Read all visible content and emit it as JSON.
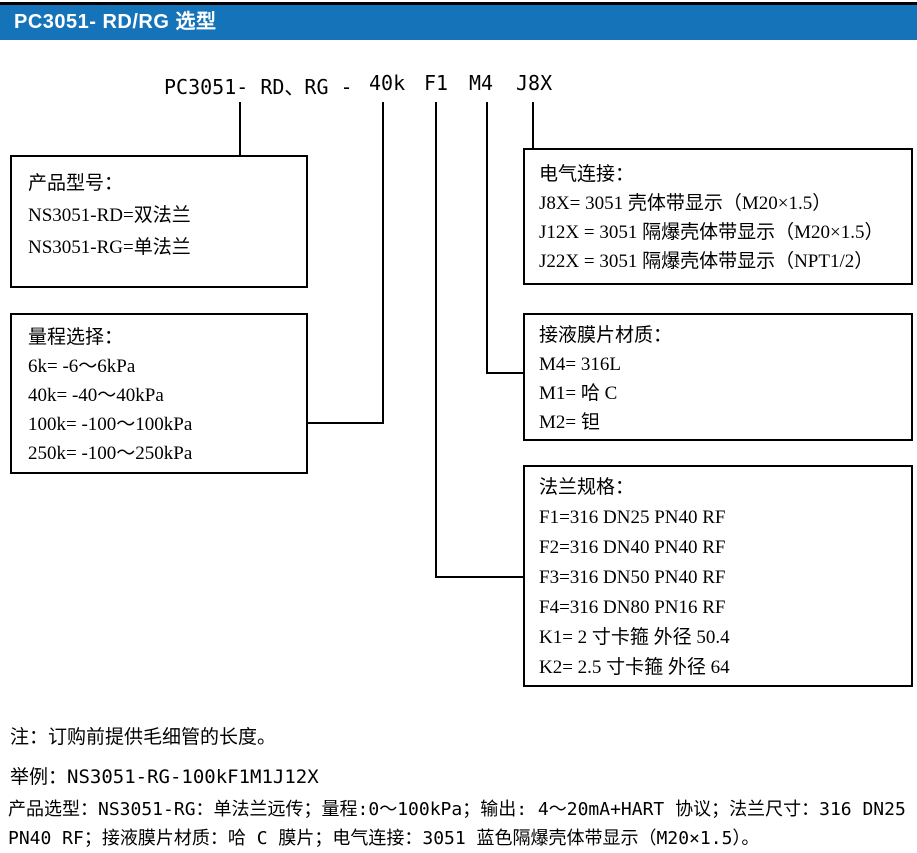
{
  "header": {
    "title": "PC3051- RD/RG 选型"
  },
  "colors": {
    "accent_blue": "#1573b9",
    "line_black": "#000000",
    "header_text": "#ffffff"
  },
  "model_code": {
    "prefix": "PC3051- RD、RG -",
    "range": "40k",
    "flange": "F1",
    "diaphragm": "M4",
    "electrical": "J8X"
  },
  "boxes": {
    "product": {
      "lines": [
        "产品型号：",
        "NS3051-RD=双法兰",
        "NS3051-RG=单法兰"
      ]
    },
    "range": {
      "lines": [
        "量程选择：",
        "6k= -6～6kPa",
        "40k= -40～40kPa",
        "100k= -100～100kPa",
        "250k= -100～250kPa"
      ]
    },
    "electrical": {
      "lines": [
        "电气连接：",
        "J8X= 3051 壳体带显示（M20×1.5）",
        "J12X = 3051 隔爆壳体带显示（M20×1.5）",
        "J22X = 3051 隔爆壳体带显示（NPT1/2）"
      ]
    },
    "diaphragm": {
      "lines": [
        "接液膜片材质：",
        "M4= 316L",
        "M1= 哈 C",
        "M2= 钽"
      ]
    },
    "flange": {
      "lines": [
        "法兰规格：",
        "F1=316 DN25 PN40 RF",
        "F2=316 DN40 PN40 RF",
        "F3=316 DN50 PN40 RF",
        "F4=316 DN80 PN16 RF",
        "K1= 2 寸卡箍  外径 50.4",
        "K2= 2.5 寸卡箍  外径 64"
      ]
    }
  },
  "notes": {
    "note": "注：订购前提供毛细管的长度。",
    "example": "举例：NS3051-RG-100kF1M1J12X",
    "selection_line1": "产品选型：NS3051-RG：单法兰远传；量程:0～100kPa；输出: 4～20mA+HART 协议；法兰尺寸：316 DN25",
    "selection_line2": "PN40 RF；接液膜片材质：哈 C 膜片；电气连接：3051 蓝色隔爆壳体带显示（M20×1.5）。"
  }
}
